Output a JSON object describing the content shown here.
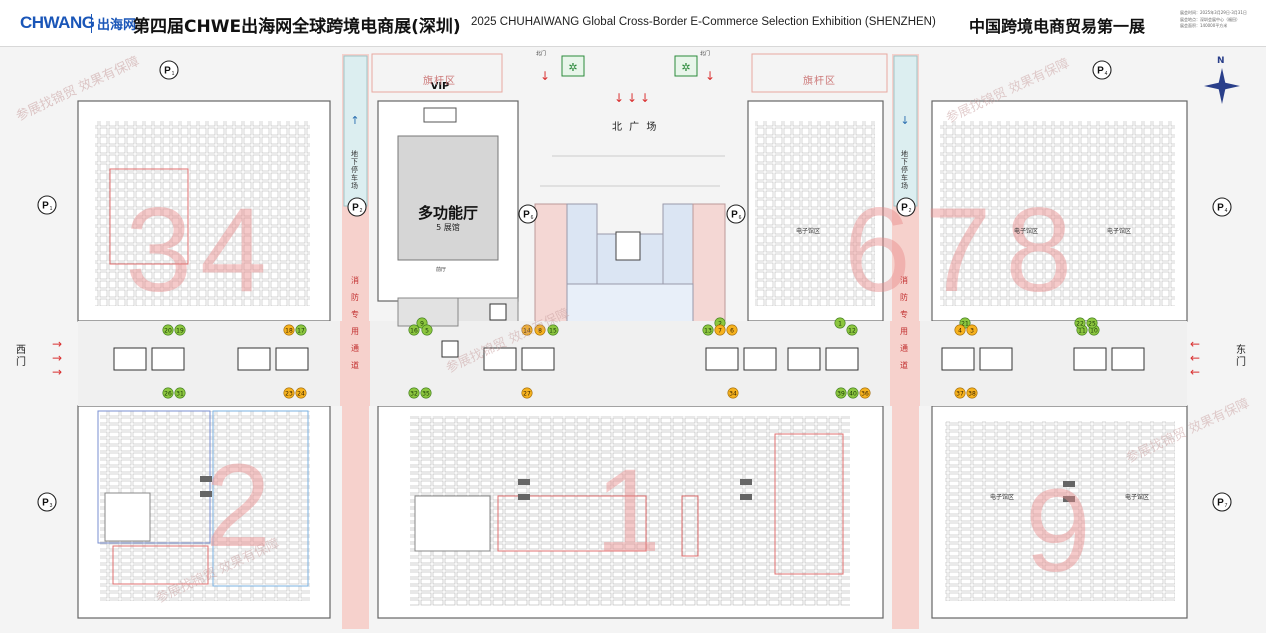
{
  "header": {
    "logo": "CHWANG",
    "logo_cn": "出海网",
    "title_cn": "第四届CHWE出海网全球跨境电商展(深圳)",
    "title_en": "2025 CHUHAIWANG Global Cross-Border E-Commerce Selection Exhibition (SHENZHEN)",
    "title_cn2": "中国跨境电商贸易第一展",
    "info_lines": [
      "展会时间：2025年3月29日-3月31日",
      "展会地点：深圳会展中心（福田）",
      "展会面积：140000平方米"
    ]
  },
  "halls": {
    "h34": "34",
    "h678": "678",
    "h2": "2",
    "h1": "1",
    "h9": "9",
    "multi_name": "多功能厅",
    "multi_sub": "5 展馆",
    "foyer": "前厅"
  },
  "areas": {
    "flag_left": "旗杆区",
    "flag_right": "旗杆区",
    "north_plaza": "北 广 场",
    "vip": "VIP",
    "north_gate": "北门",
    "west_gate": "西门",
    "east_gate": "东门",
    "parking_label": "地下停车场",
    "fire_lane": "消防专用通道",
    "e_hall": "电子馆区"
  },
  "parking": {
    "p": "P",
    "subs": [
      "1",
      "2",
      "3",
      "4",
      "5",
      "6",
      "7"
    ]
  },
  "compass": {
    "n": "N"
  },
  "watermark": "参展找锦贸 效果有保障",
  "markers": {
    "green": [
      "20",
      "19",
      "17",
      "16",
      "15",
      "13",
      "12",
      "11",
      "10",
      "9",
      "5",
      "2",
      "1",
      "21",
      "22",
      "25",
      "26",
      "31",
      "32",
      "35",
      "39",
      "40"
    ],
    "orange": [
      "18",
      "14",
      "8",
      "7",
      "6",
      "4",
      "3",
      "23",
      "24",
      "27",
      "34",
      "36",
      "37",
      "38"
    ]
  }
}
